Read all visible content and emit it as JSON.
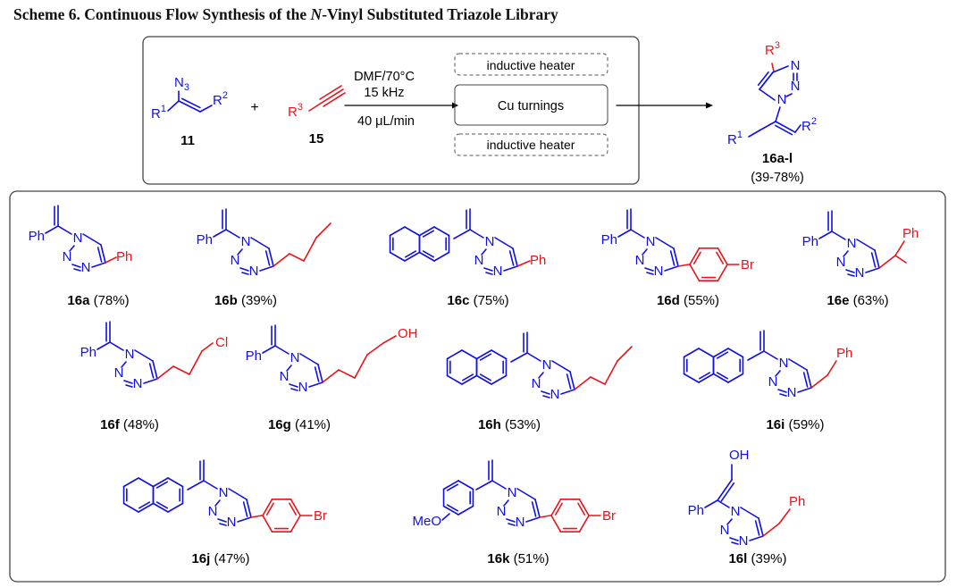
{
  "caption": {
    "prefix": "Scheme 6. Continuous Flow Synthesis of the ",
    "italic": "N",
    "suffix": "-Vinyl Substituted Triazole Library"
  },
  "colors": {
    "blue": "#1010e6",
    "red": "#e8141b",
    "black": "#000000"
  },
  "reaction": {
    "reactant1": {
      "label": "11",
      "n3": "N",
      "n3_sub": "3",
      "r1": "R",
      "r1_sup": "1",
      "r2": "R",
      "r2_sup": "2"
    },
    "plus": "+",
    "reactant2": {
      "label": "15",
      "r3": "R",
      "r3_sup": "3"
    },
    "conditions": [
      "DMF/70°C",
      "15 kHz",
      "40 μL/min"
    ],
    "reactor": {
      "heater_top": "inductive heater",
      "core": "Cu turnings",
      "heater_bottom": "inductive heater"
    },
    "product": {
      "label": "16a-l",
      "yield": "(39-78%)",
      "r1": "R",
      "r1_sup": "1",
      "r2": "R",
      "r2_sup": "2",
      "r3": "R",
      "r3_sup": "3",
      "n": "N"
    }
  },
  "atom_labels": {
    "ph": "Ph",
    "n": "N",
    "br": "Br",
    "cl": "Cl",
    "oh": "OH",
    "meo": "MeO"
  },
  "library": [
    {
      "id": "16a",
      "yield": "(78%)"
    },
    {
      "id": "16b",
      "yield": "(39%)"
    },
    {
      "id": "16c",
      "yield": "(75%)"
    },
    {
      "id": "16d",
      "yield": "(55%)"
    },
    {
      "id": "16e",
      "yield": "(63%)"
    },
    {
      "id": "16f",
      "yield": "(48%)"
    },
    {
      "id": "16g",
      "yield": "(41%)"
    },
    {
      "id": "16h",
      "yield": "(53%)"
    },
    {
      "id": "16i",
      "yield": "(59%)"
    },
    {
      "id": "16j",
      "yield": "(47%)"
    },
    {
      "id": "16k",
      "yield": "(51%)"
    },
    {
      "id": "16l",
      "yield": "(39%)"
    }
  ]
}
